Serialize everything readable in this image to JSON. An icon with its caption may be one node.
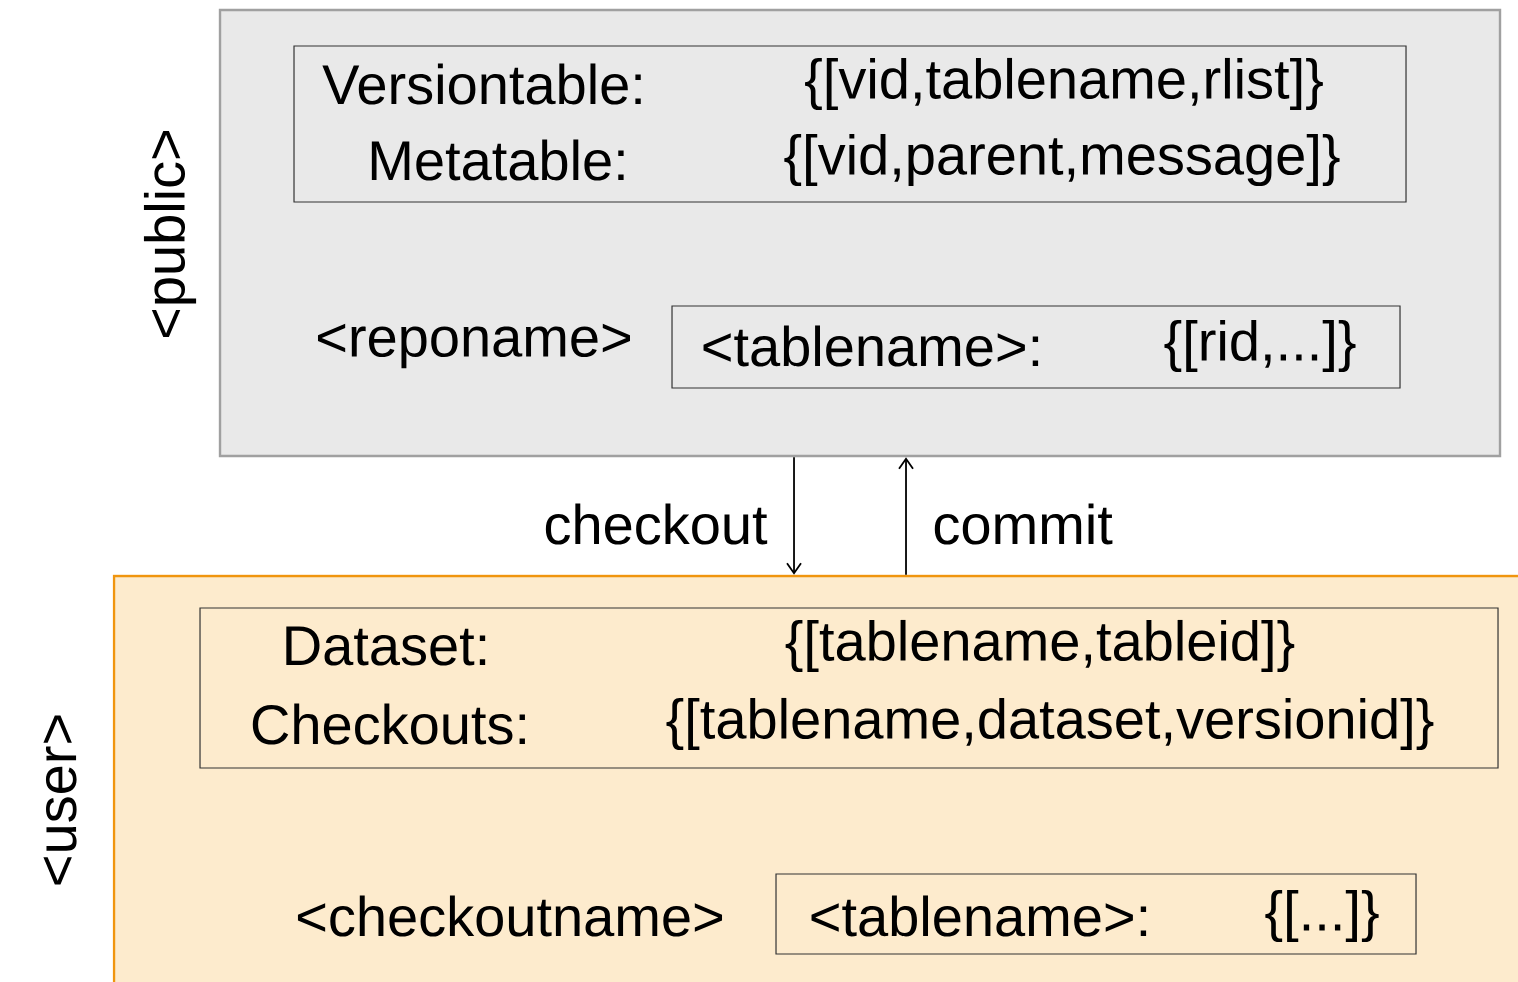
{
  "diagram": {
    "nodes": [
      {
        "text": [
          "<public>"
        ]
      },
      {
        "text": [
          "Versiontable:",
          "{[vid,tablename,rlist]}",
          "Metatable:",
          "{[vid,parent,message]}"
        ],
        "in": 0
      },
      {
        "text": [
          "<tablename>:",
          "{[rid,...]}"
        ],
        "beside": [
          "<reponame>"
        ],
        "in": 0
      },
      {
        "text": [
          "<user>"
        ]
      },
      {
        "text": [
          "Dataset:",
          "{[tablename,tableid]}",
          "Checkouts:",
          "{[tablename,dataset,versionid]}"
        ],
        "in": 3
      },
      {
        "text": [
          "<tablename>:",
          "{[...]}"
        ],
        "beside": [
          "<checkoutname>"
        ],
        "in": 3
      }
    ],
    "edges": [
      {
        "from": 0,
        "to": 3,
        "arrow": "to",
        "label": "checkout"
      },
      {
        "from": 3,
        "to": 0,
        "arrow": "to",
        "label": "commit"
      }
    ]
  }
}
